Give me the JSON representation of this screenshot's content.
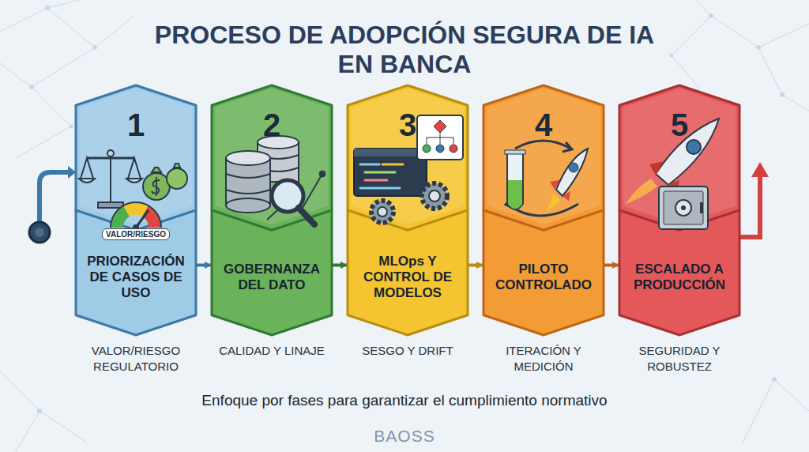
{
  "diagram": {
    "title": "PROCESO DE ADOPCIÓN SEGURA DE IA EN BANCA",
    "caption": "Enfoque por fases para garantizar el cumplimiento normativo",
    "nodes": [
      {
        "text": [
          "1",
          "VALOR/RIESGO",
          "PRIORIZACIÓN DE CASOS DE USO",
          "VALOR/RIESGO REGULATORIO"
        ]
      },
      {
        "text": [
          "2",
          "GOBERNANZA DEL DATO",
          "CALIDAD Y LINAJE"
        ]
      },
      {
        "text": [
          "3",
          "MLOps Y CONTROL DE MODELOS",
          "SESGO Y DRIFT"
        ]
      },
      {
        "text": [
          "4",
          "PILOTO CONTROLADO",
          "ITERACIÓN Y MEDICIÓN"
        ]
      },
      {
        "text": [
          "5",
          "ESCALADO A PRODUCCIÓN",
          "SEGURIDAD Y ROBUSTEZ"
        ]
      }
    ],
    "edges": [
      {
        "from": 0,
        "to": 1,
        "arrow": "to"
      },
      {
        "from": 1,
        "to": 2,
        "arrow": "to"
      },
      {
        "from": 2,
        "to": 3,
        "arrow": "to"
      },
      {
        "from": 3,
        "to": 4,
        "arrow": "to"
      }
    ],
    "labels": [
      "BAOSS"
    ]
  }
}
